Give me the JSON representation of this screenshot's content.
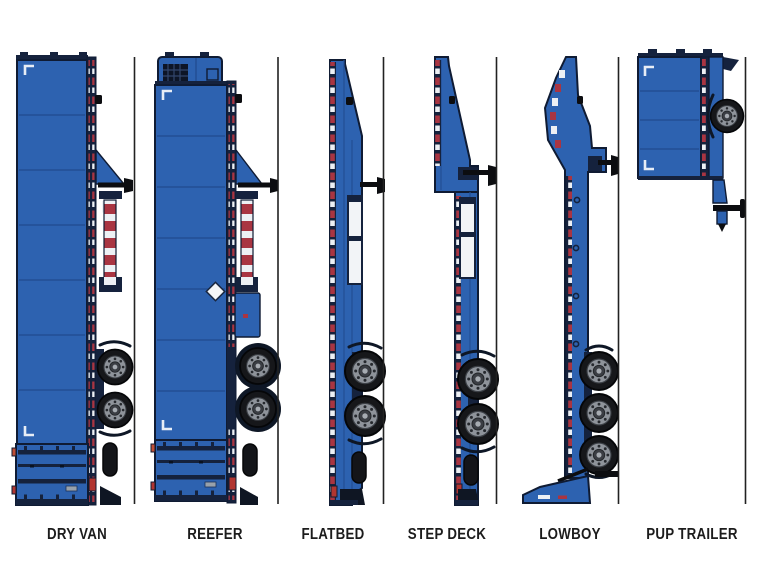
{
  "diagram": {
    "subject": "semi-trailer types side-view chart",
    "orientation": "each trailer drawn vertically, front at top",
    "columns": 6
  },
  "trailers": [
    {
      "id": "dry-van",
      "label": "DRY VAN"
    },
    {
      "id": "reefer",
      "label": "REEFER"
    },
    {
      "id": "flatbed",
      "label": "FLATBED"
    },
    {
      "id": "step-deck",
      "label": "STEP DECK"
    },
    {
      "id": "lowboy",
      "label": "LOWBOY"
    },
    {
      "id": "pup-trailer",
      "label": "PUP TRAILER"
    }
  ],
  "colors": {
    "body_blue": "#2d62b0",
    "panel_line": "#234e94",
    "outline": "#0f1b33",
    "dark_navy": "#15223d",
    "consp_red": "#a93542",
    "consp_white": "#edf0f4",
    "tire": "#16171a",
    "rim_gray": "#8e939a",
    "label_text": "#1c1c1c",
    "divider": "#222222",
    "background": "#ffffff"
  }
}
